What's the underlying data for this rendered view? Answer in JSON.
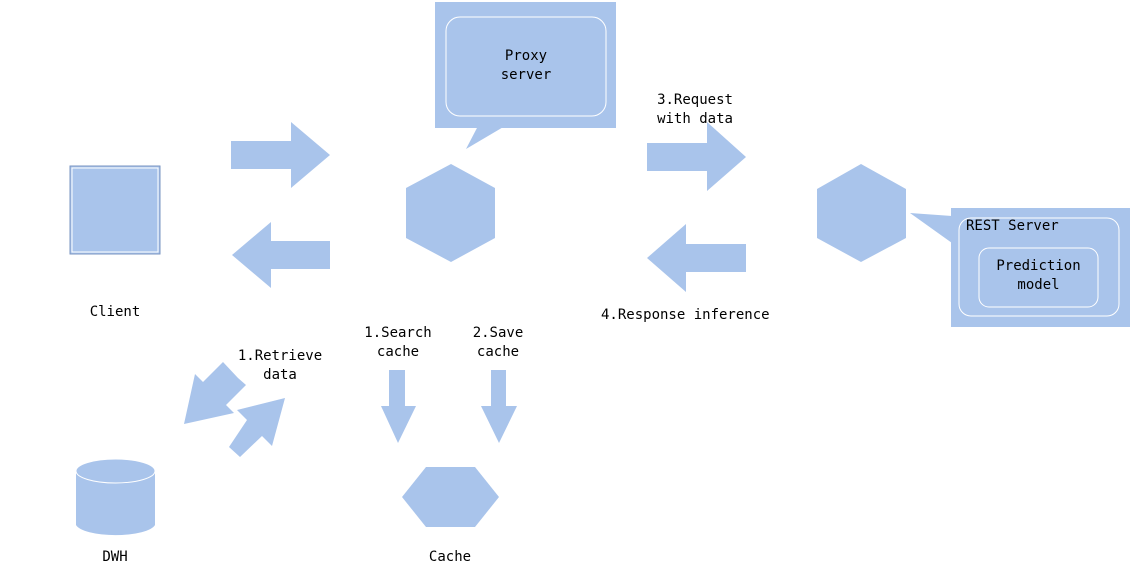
{
  "colors": {
    "shape_fill": "#a9c4eb",
    "panel_fill": "#a9c4eb",
    "inner_border": "#ffffff",
    "client_border": "#7a95c2",
    "background": "#ffffff",
    "text": "#000000"
  },
  "nodes": {
    "client": {
      "label": "Client",
      "shape": "square",
      "icon": "client-square-icon"
    },
    "proxy": {
      "label": "Proxy\nserver",
      "shape": "hexagon",
      "icon": "proxy-hexagon-icon"
    },
    "rest": {
      "label": "REST Server",
      "inner_label": "Prediction\nmodel",
      "shape": "hexagon",
      "icon": "rest-hexagon-icon"
    },
    "dwh": {
      "label": "DWH",
      "shape": "cylinder",
      "icon": "database-icon"
    },
    "cache": {
      "label": "Cache",
      "shape": "hexagon",
      "icon": "cache-hexagon-icon"
    }
  },
  "edges": {
    "retrieve": "1.Retrieve\ndata",
    "search": "1.Search\ncache",
    "save": "2.Save\ncache",
    "request": "3.Request\nwith data",
    "response": "4.Response inference"
  }
}
